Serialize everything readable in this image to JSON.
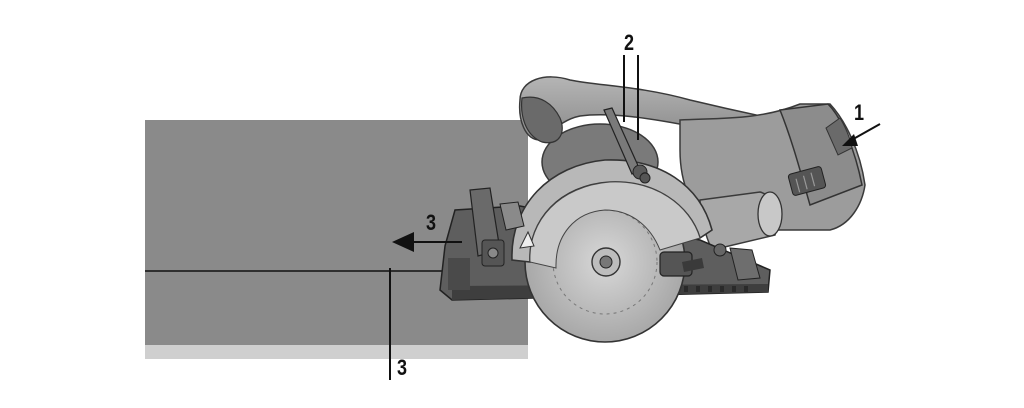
{
  "callouts": {
    "label_1": "1",
    "label_2": "2",
    "label_3_arrow": "3",
    "label_3_line": "3"
  },
  "colors": {
    "board_top": "#8a8a8a",
    "board_edge": "#cfcfcf",
    "saw_body": "#9a9a9a",
    "saw_dark": "#5a5a5a",
    "saw_light": "#c4c4c4",
    "line": "#111111"
  },
  "icons": [
    "arrow-left-icon",
    "arrow-diagonal-icon"
  ]
}
